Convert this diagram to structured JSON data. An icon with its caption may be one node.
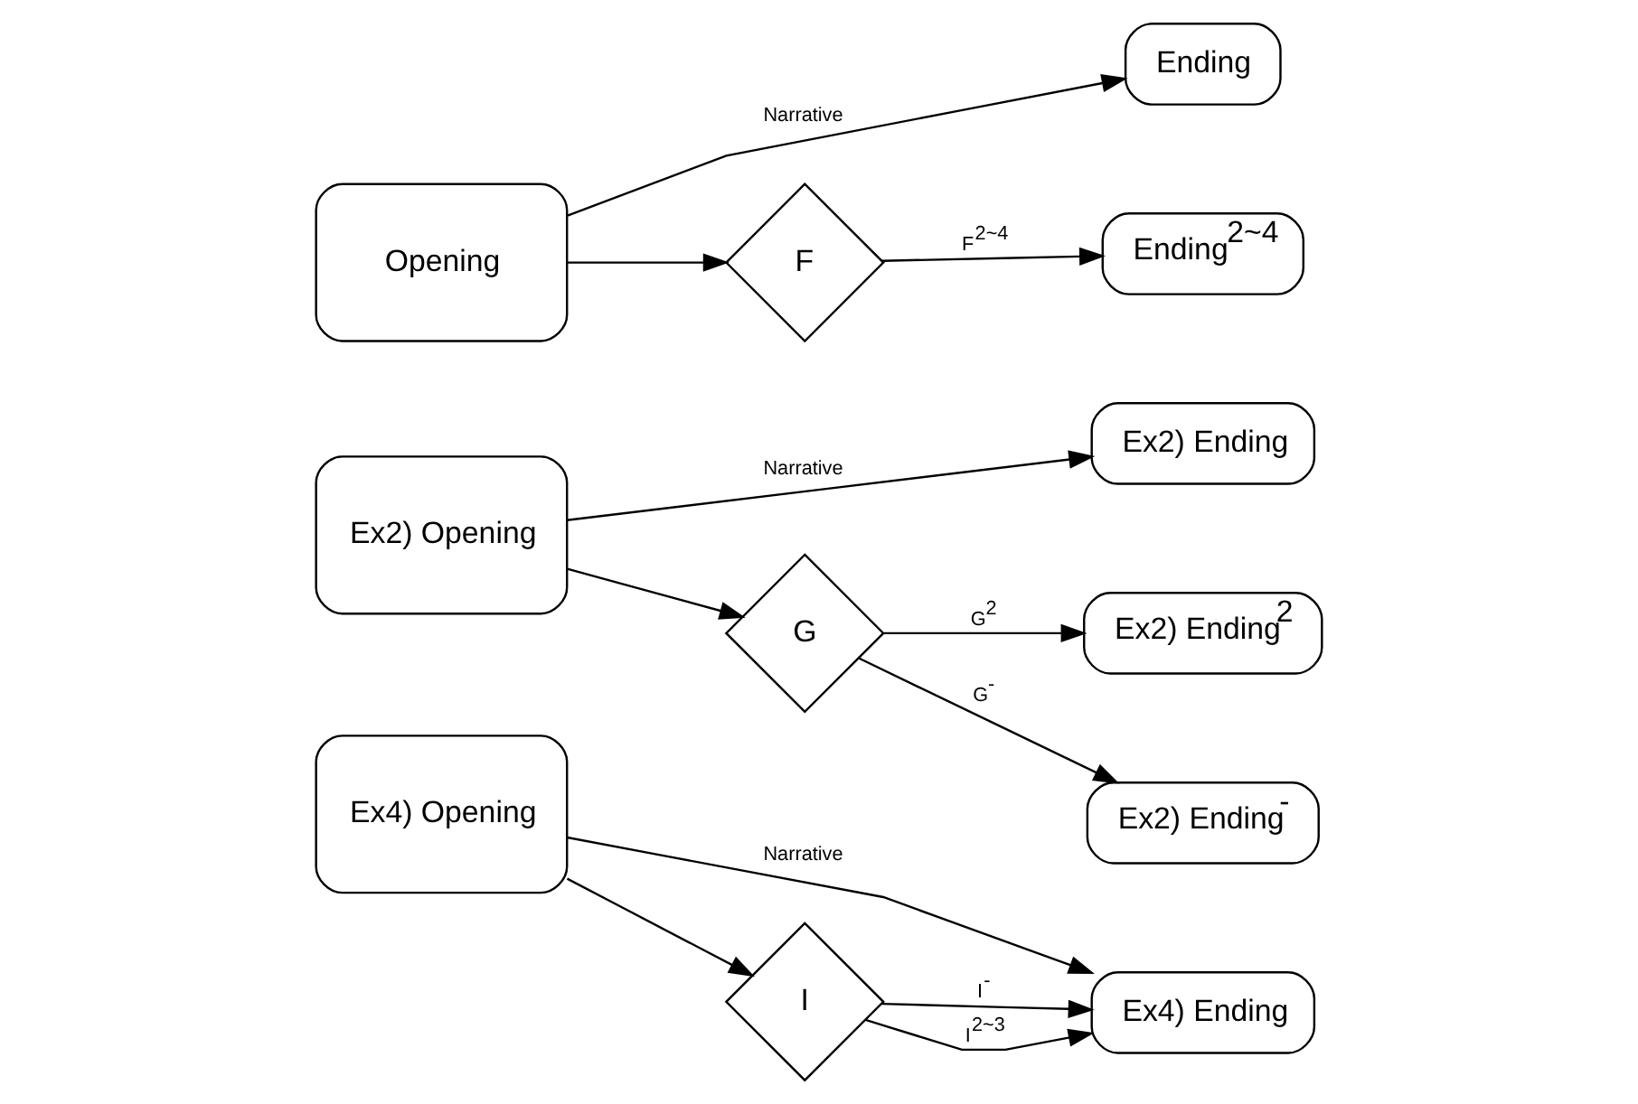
{
  "diagram": {
    "nodes": [
      {
        "text": [
          "Opening"
        ]
      },
      {
        "text": [
          "Ending"
        ]
      },
      {
        "text": [
          "F"
        ]
      },
      {
        "text": [
          "Ending$^{2~4}$"
        ]
      },
      {
        "text": [
          "Ex2) Opening"
        ]
      },
      {
        "text": [
          "Ex2) Ending"
        ]
      },
      {
        "text": [
          "G"
        ]
      },
      {
        "text": [
          "Ex2) Ending$^{2}$"
        ]
      },
      {
        "text": [
          "Ex2) Ending$^{-}$"
        ]
      },
      {
        "text": [
          "Ex4) Opening"
        ]
      },
      {
        "text": [
          "Ex4) Ending"
        ]
      },
      {
        "text": [
          "I"
        ]
      }
    ],
    "edges": [
      {
        "from": 0,
        "to": 1,
        "arrow": "to",
        "label": "Narrative"
      },
      {
        "from": 0,
        "to": 2,
        "arrow": "to"
      },
      {
        "from": 2,
        "to": 3,
        "arrow": "to",
        "label": "F$^{2~4}$"
      },
      {
        "from": 4,
        "to": 5,
        "arrow": "to",
        "label": "Narrative"
      },
      {
        "from": 4,
        "to": 6,
        "arrow": "to"
      },
      {
        "from": 6,
        "to": 7,
        "arrow": "to",
        "label": "G$^{2}$"
      },
      {
        "from": 6,
        "to": 8,
        "arrow": "to",
        "label": "G$^{-}$"
      },
      {
        "from": 9,
        "to": 10,
        "arrow": "to",
        "label": "Narrative"
      },
      {
        "from": 9,
        "to": 11,
        "arrow": "to"
      },
      {
        "from": 11,
        "to": 10,
        "arrow": "to",
        "label": "I$^{2~3}$"
      },
      {
        "from": 11,
        "to": 10,
        "arrow": "to",
        "label": "I$^{-}$"
      }
    ]
  }
}
